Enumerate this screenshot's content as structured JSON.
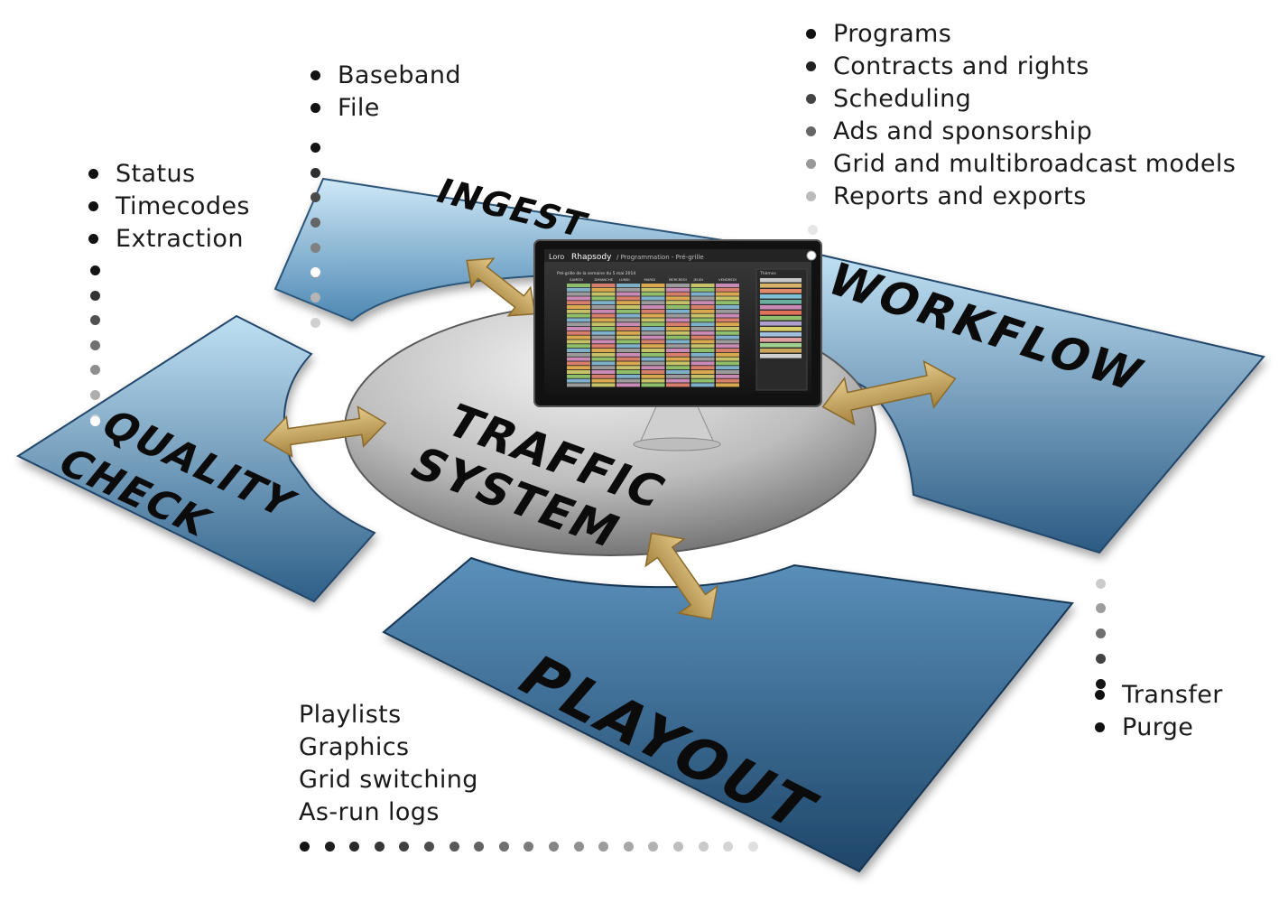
{
  "diagram": {
    "center_label": [
      "TRAFFIC",
      "SYSTEM"
    ],
    "quadrants": {
      "ingest": "INGEST",
      "workflow": "WORKFLOW",
      "playout": "PLAYOUT",
      "quality_check": [
        "QUALITY",
        "CHECK"
      ]
    }
  },
  "lists": {
    "ingest": [
      "Baseband",
      "File"
    ],
    "quality_check": [
      "Status",
      "Timecodes",
      "Extraction"
    ],
    "traffic": [
      "Programs",
      "Contracts and rights",
      "Scheduling",
      "Ads and sponsorship",
      "Grid and multibroadcast models",
      "Reports and exports"
    ],
    "workflow": [
      "Transfer",
      "Purge"
    ],
    "playout": [
      "Playlists",
      "Graphics",
      "Grid switching",
      "As-run logs"
    ]
  },
  "monitor": {
    "logo": "Loro",
    "app_name": "Rhapsody",
    "breadcrumb": "/ Programmation - Pré-grille",
    "grid_title": "Pré-grille de la semaine du 5 mai 2014",
    "days": [
      "SAMEDI",
      "DIMANCHE",
      "LUNDI",
      "MARDI",
      "MERCREDI",
      "JEUDI",
      "VENDREDI"
    ],
    "panel_title": "Thèmes"
  },
  "colors": {
    "panel_light": "#b8dcf0",
    "panel_dark": "#2e5f86",
    "arrow": "#c9a55b",
    "disc_light": "#e6e6e6",
    "disc_dark": "#6f6f6f"
  }
}
